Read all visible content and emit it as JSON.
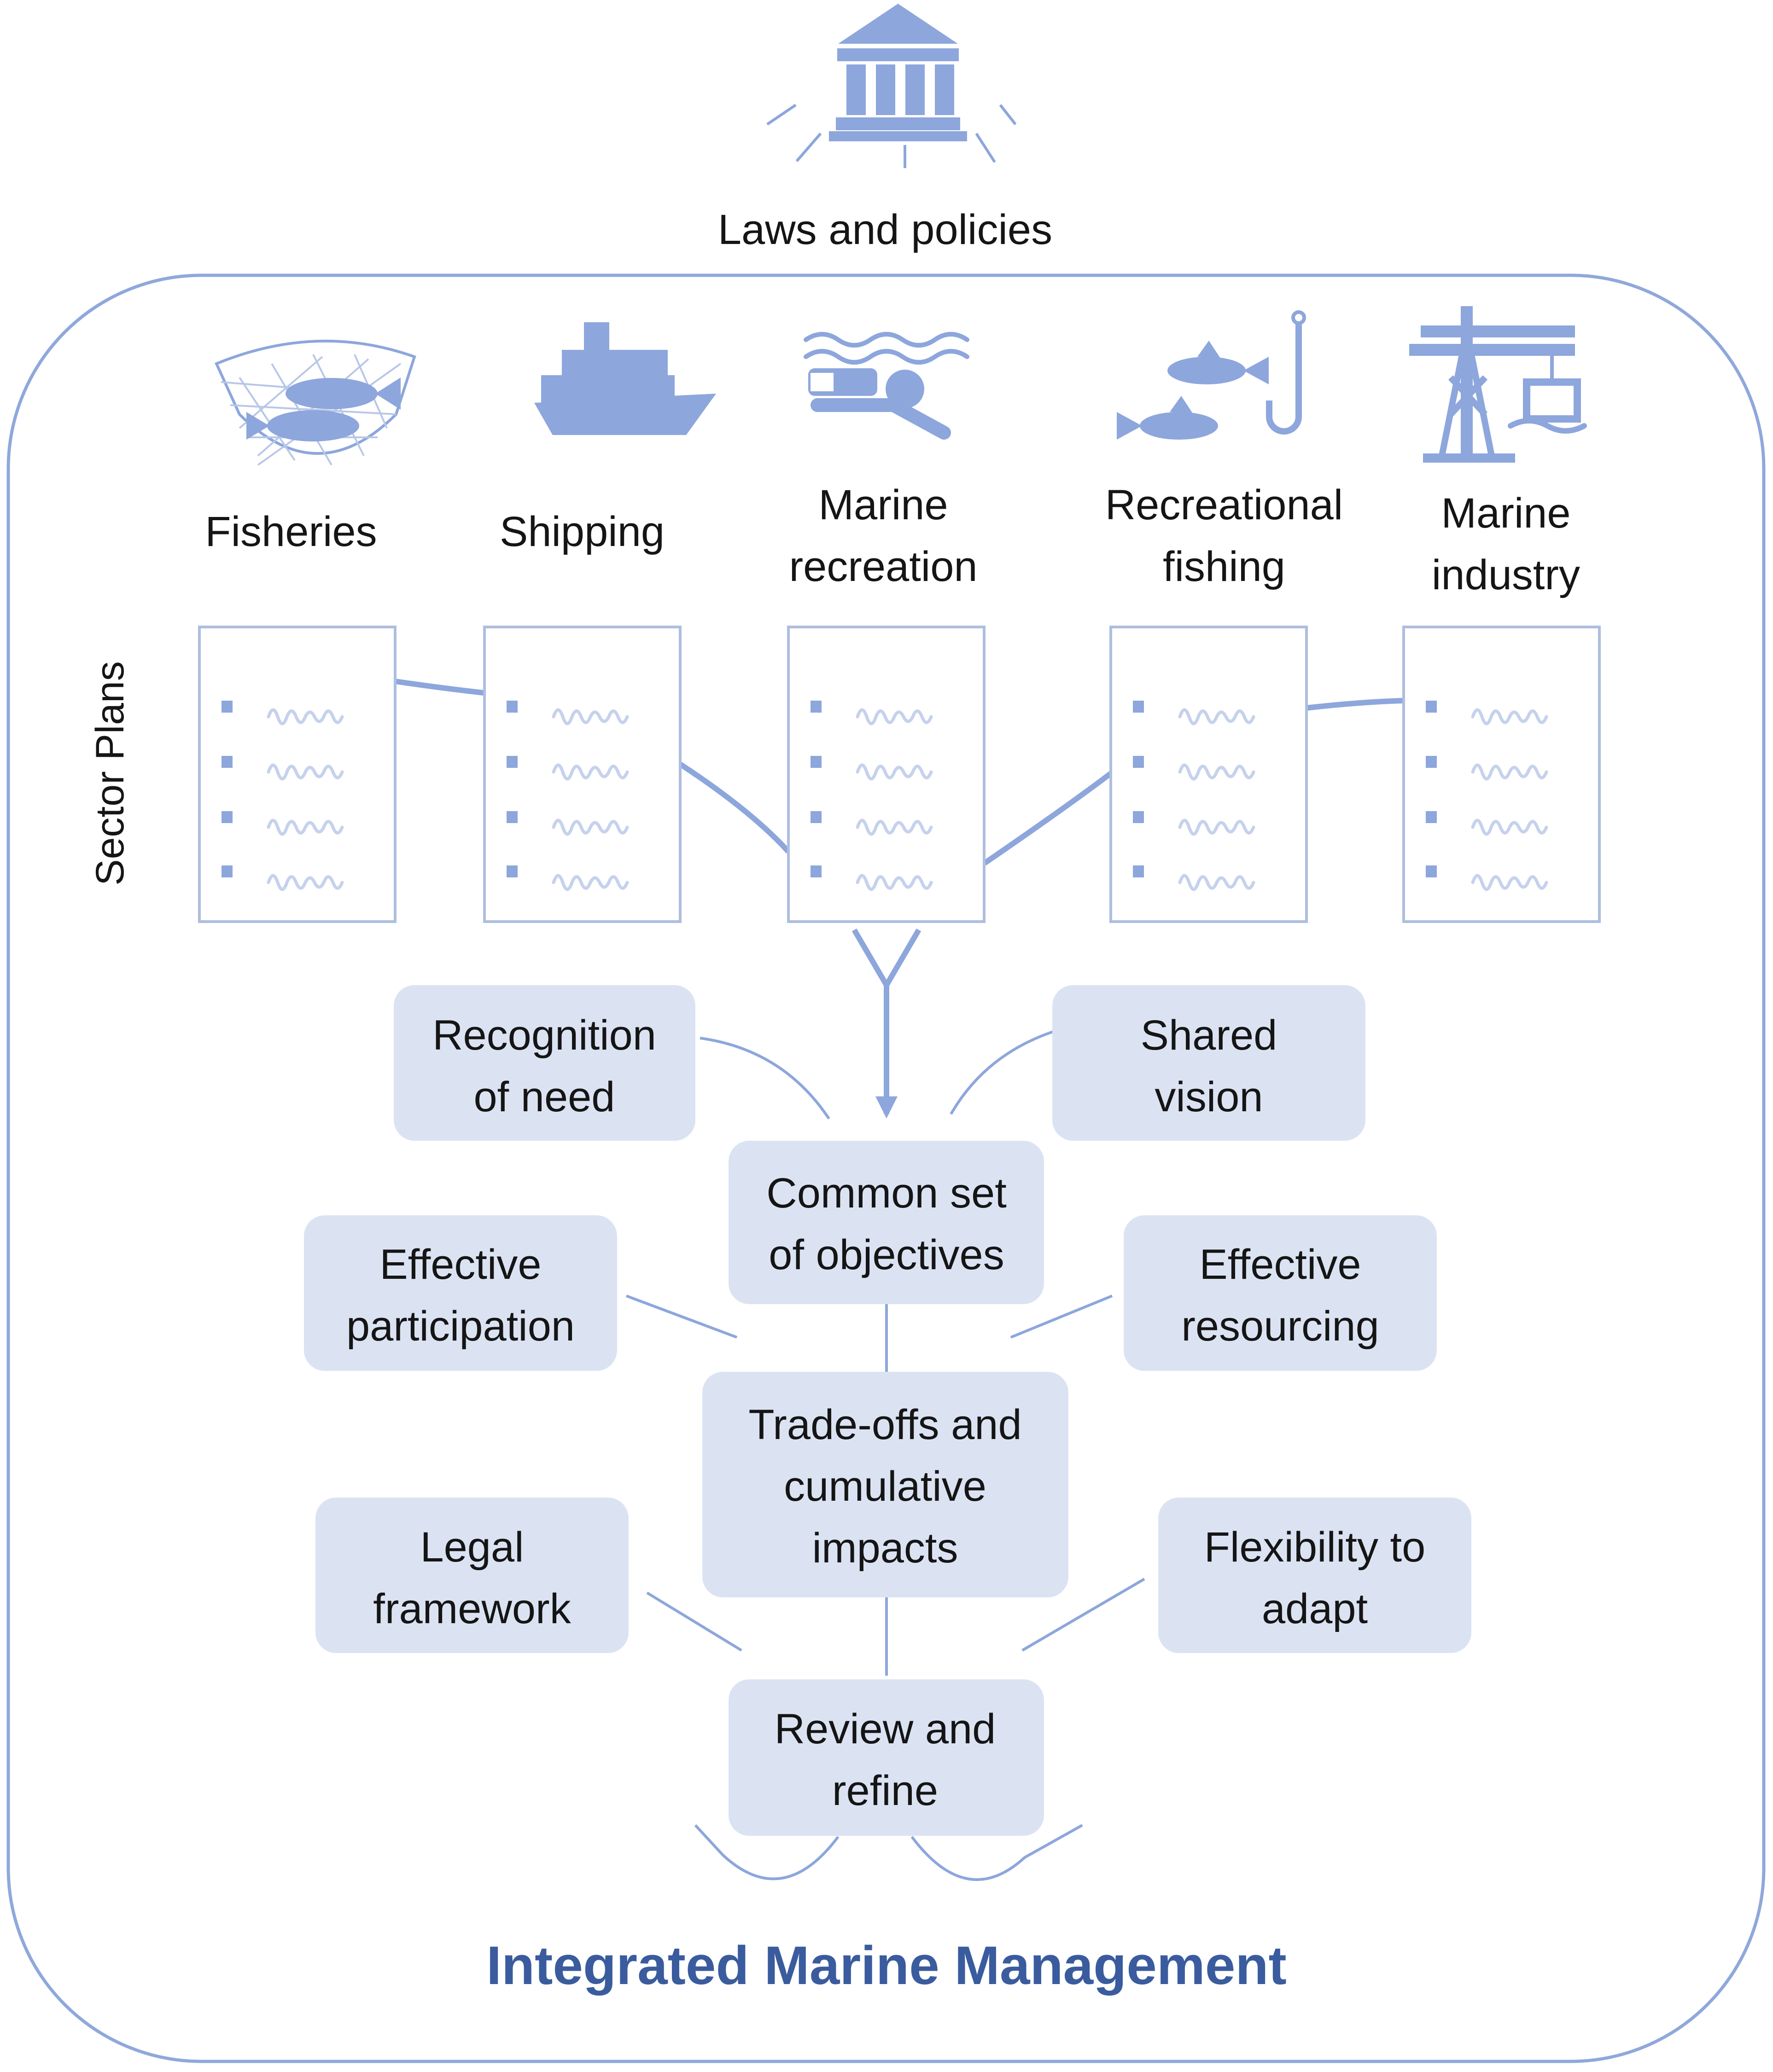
{
  "governance": {
    "label": "Laws and policies",
    "icon": "government-building-icon"
  },
  "sector_plans_label": "Sector Plans",
  "sectors": [
    {
      "lines": [
        "Fisheries"
      ],
      "icon": "fishing-net-icon"
    },
    {
      "lines": [
        "Shipping"
      ],
      "icon": "cruise-ship-icon"
    },
    {
      "lines": [
        "Marine",
        "recreation"
      ],
      "icon": "snorkel-diver-icon"
    },
    {
      "lines": [
        "Recreational",
        "fishing"
      ],
      "icon": "fish-hook-icon"
    },
    {
      "lines": [
        "Marine",
        "industry"
      ],
      "icon": "port-crane-icon"
    }
  ],
  "factors": {
    "recognition": [
      "Recognition",
      "of need"
    ],
    "shared_vision": [
      "Shared",
      "vision"
    ],
    "participation": [
      "Effective",
      "participation"
    ],
    "resourcing": [
      "Effective",
      "resourcing"
    ],
    "legal": [
      "Legal",
      "framework"
    ],
    "flexibility": [
      "Flexibility to",
      "adapt"
    ]
  },
  "process": {
    "objectives": [
      "Common set",
      "of objectives"
    ],
    "tradeoffs": [
      "Trade-offs and",
      "cumulative",
      "impacts"
    ],
    "review": [
      "Review and",
      "refine"
    ]
  },
  "title": "Integrated Marine Management",
  "colors": {
    "accent": "#8da6dc",
    "box_fill": "#dbe3f3",
    "title": "#3a5c9e",
    "frame": "#8fa8dc"
  }
}
